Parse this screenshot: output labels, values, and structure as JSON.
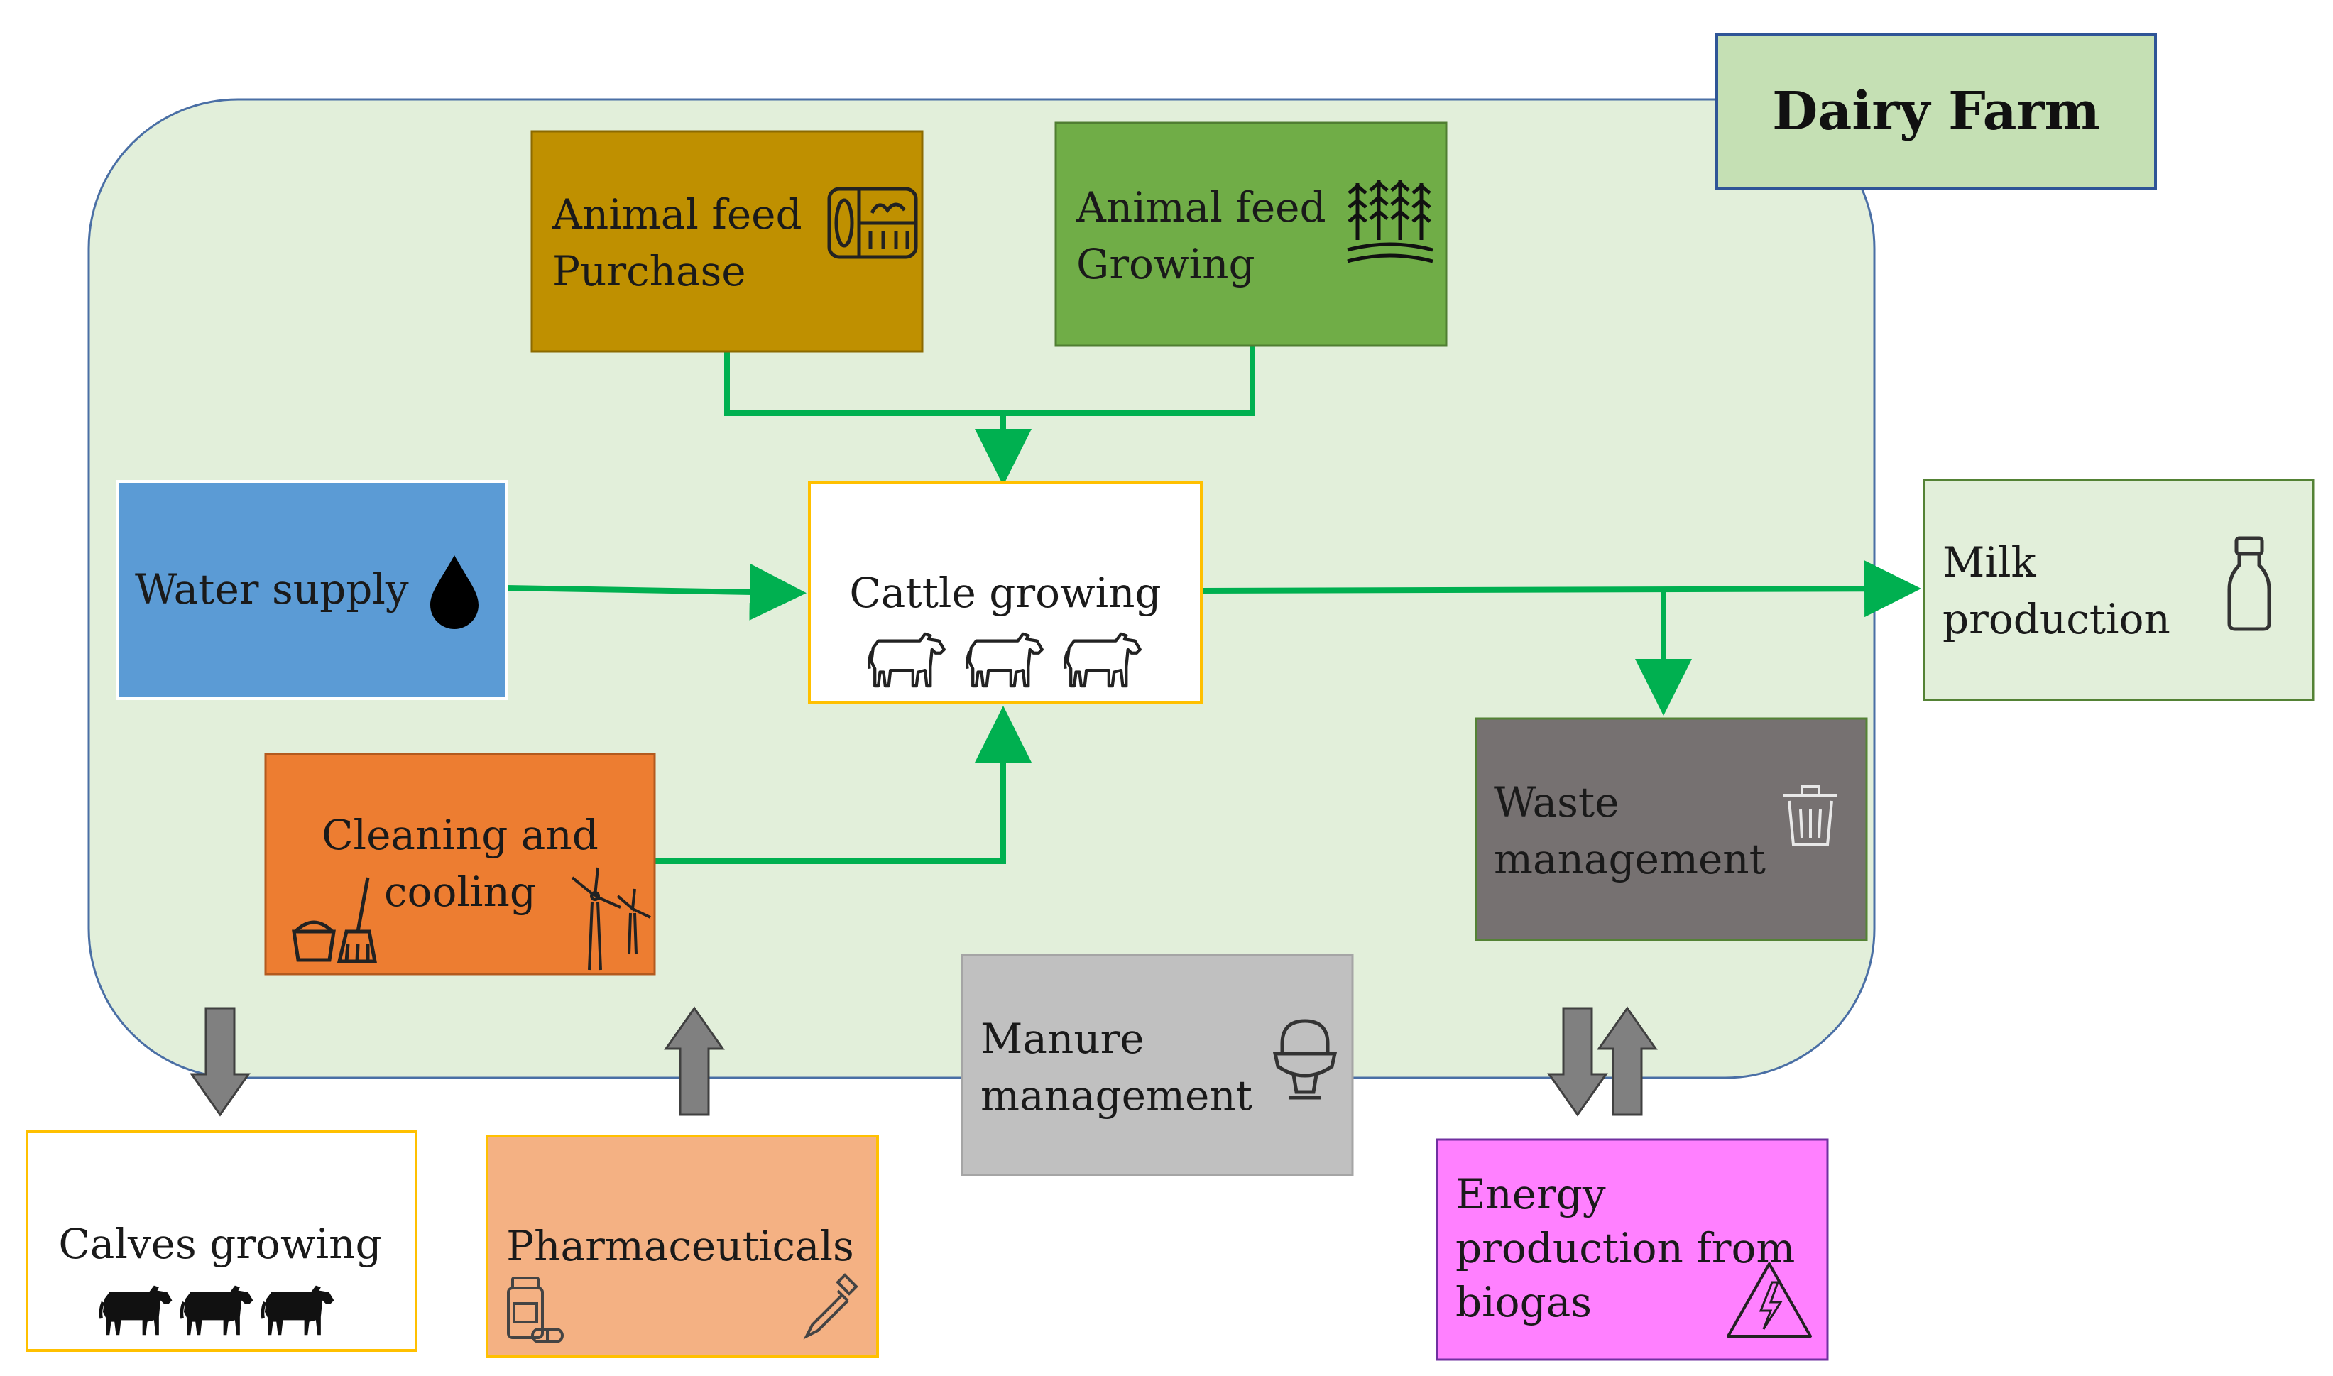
{
  "title": "Dairy Farm",
  "nodes": {
    "feed_purchase": {
      "lines": [
        "Animal feed",
        "Purchase"
      ],
      "icon": "fish-bowl-feed-icon",
      "color": "#BF9000"
    },
    "feed_growing": {
      "lines": [
        "Animal feed",
        "Growing"
      ],
      "icon": "wheat-field-icon",
      "color": "#70AD47"
    },
    "water_supply": {
      "lines": [
        "Water supply"
      ],
      "icon": "water-drop-icon",
      "color": "#5B9BD5"
    },
    "cattle_growing": {
      "lines": [
        "Cattle growing"
      ],
      "icon": "cow-outline-icon",
      "color": "#FFFFFF"
    },
    "milk_production": {
      "lines": [
        "Milk",
        "production"
      ],
      "icon": "milk-bottle-icon",
      "color": "#E2EFDA"
    },
    "cleaning_cooling": {
      "lines": [
        "Cleaning and",
        "cooling"
      ],
      "icon": "bucket-broom-icon",
      "icon2": "wind-turbine-icon",
      "color": "#ED7D31"
    },
    "waste_management": {
      "lines": [
        "Waste",
        "management"
      ],
      "icon": "trash-bin-icon",
      "color": "#767171"
    },
    "manure_management": {
      "lines": [
        "Manure",
        "management"
      ],
      "icon": "toilet-icon",
      "color": "#C0C0C0"
    },
    "calves_growing": {
      "lines": [
        "Calves growing"
      ],
      "icon": "cow-solid-icon",
      "color": "#FFFFFF"
    },
    "pharmaceuticals": {
      "lines": [
        "Pharmaceuticals"
      ],
      "icon": "pill-bottle-icon",
      "icon2": "dropper-icon",
      "color": "#F4B183"
    },
    "energy_biogas": {
      "lines": [
        "Energy",
        "production from",
        "biogas"
      ],
      "icon": "high-voltage-icon",
      "color": "#FF80FF"
    }
  },
  "colors": {
    "farm_fill": "#E2EFDA",
    "farm_border": "#4A6FA5",
    "flow_arrow": "#00B050",
    "external_arrow": "#808080"
  }
}
